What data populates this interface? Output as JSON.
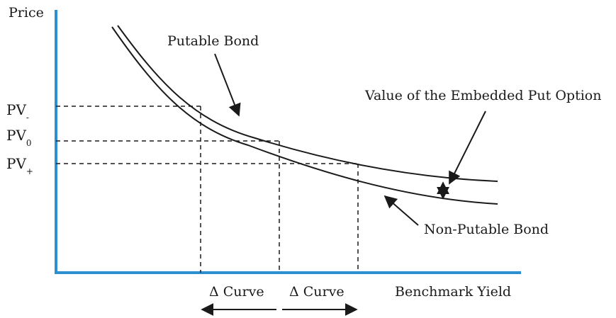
{
  "axes": {
    "y_label": "Price",
    "x_label": "Benchmark Yield",
    "axis_color": "#2b8fd0"
  },
  "curves": {
    "putable_label": "Putable Bond",
    "non_putable_label": "Non-Putable Bond",
    "option_label": "Value of the Embedded Put Option"
  },
  "price_levels": [
    {
      "base": "PV",
      "sub": "-"
    },
    {
      "base": "PV",
      "sub": "0"
    },
    {
      "base": "PV",
      "sub": "+"
    }
  ],
  "delta": {
    "left_label": "Δ Curve",
    "right_label": "Δ Curve"
  }
}
